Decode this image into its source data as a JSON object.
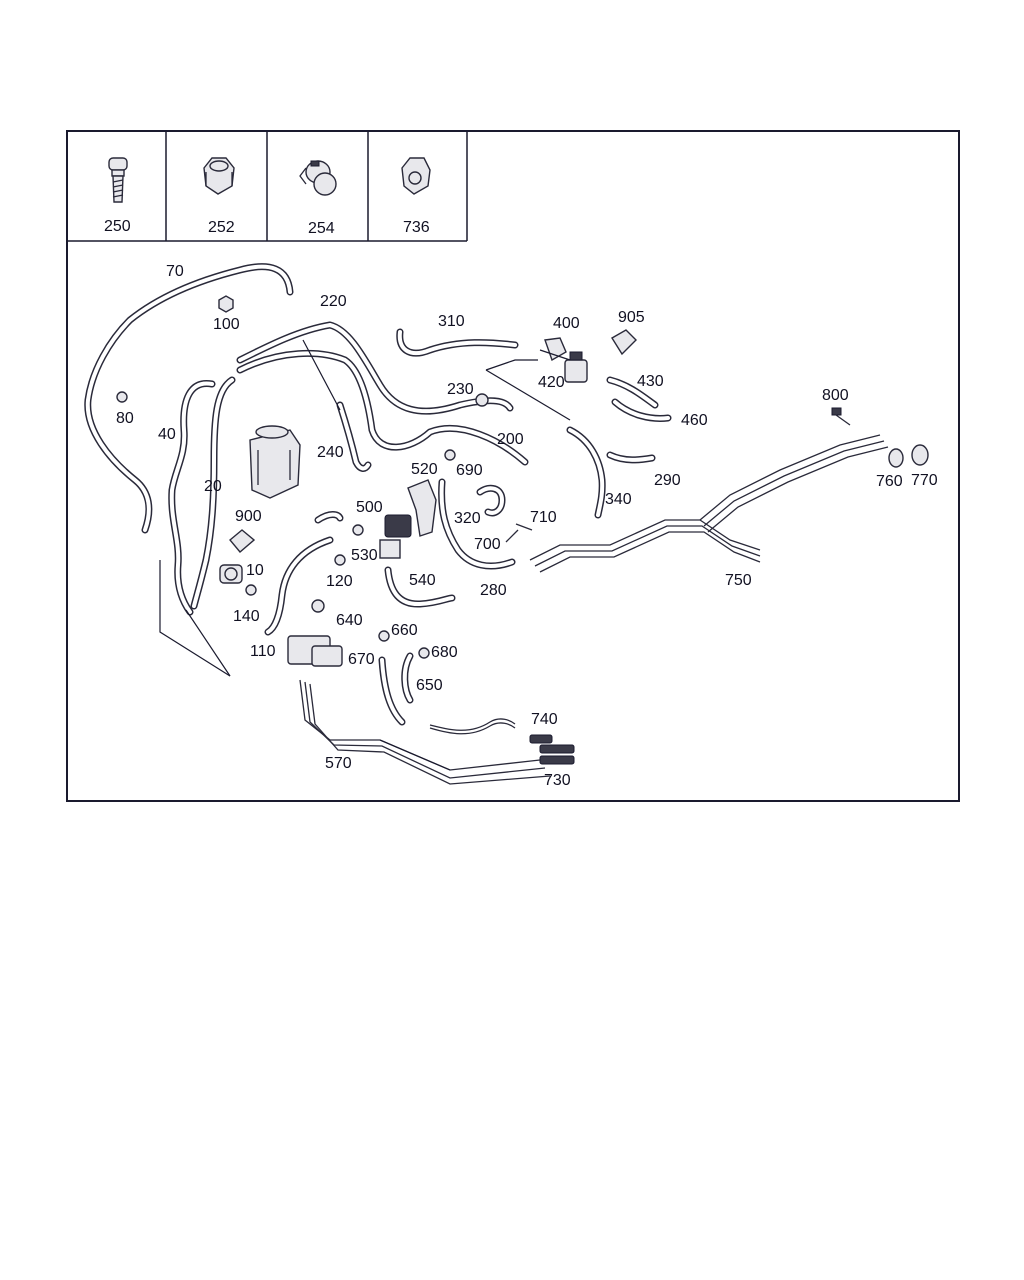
{
  "header_parts": [
    {
      "number": "250",
      "icon": "bolt-icon"
    },
    {
      "number": "252",
      "icon": "nut-icon"
    },
    {
      "number": "254",
      "icon": "clip-icon"
    },
    {
      "number": "736",
      "icon": "collar-nut-icon"
    }
  ],
  "callouts": {
    "p10": "10",
    "p20": "20",
    "p40": "40",
    "p70": "70",
    "p80": "80",
    "p100": "100",
    "p110": "110",
    "p120": "120",
    "p140": "140",
    "p200": "200",
    "p220": "220",
    "p230": "230",
    "p240": "240",
    "p280": "280",
    "p290": "290",
    "p310": "310",
    "p320": "320",
    "p340": "340",
    "p400": "400",
    "p420": "420",
    "p430": "430",
    "p460": "460",
    "p500": "500",
    "p520": "520",
    "p530": "530",
    "p540": "540",
    "p570": "570",
    "p640": "640",
    "p650": "650",
    "p660": "660",
    "p670": "670",
    "p680": "680",
    "p690": "690",
    "p700": "700",
    "p710": "710",
    "p730": "730",
    "p740": "740",
    "p750": "750",
    "p760": "760",
    "p770": "770",
    "p800": "800",
    "p900": "900",
    "p905": "905"
  }
}
